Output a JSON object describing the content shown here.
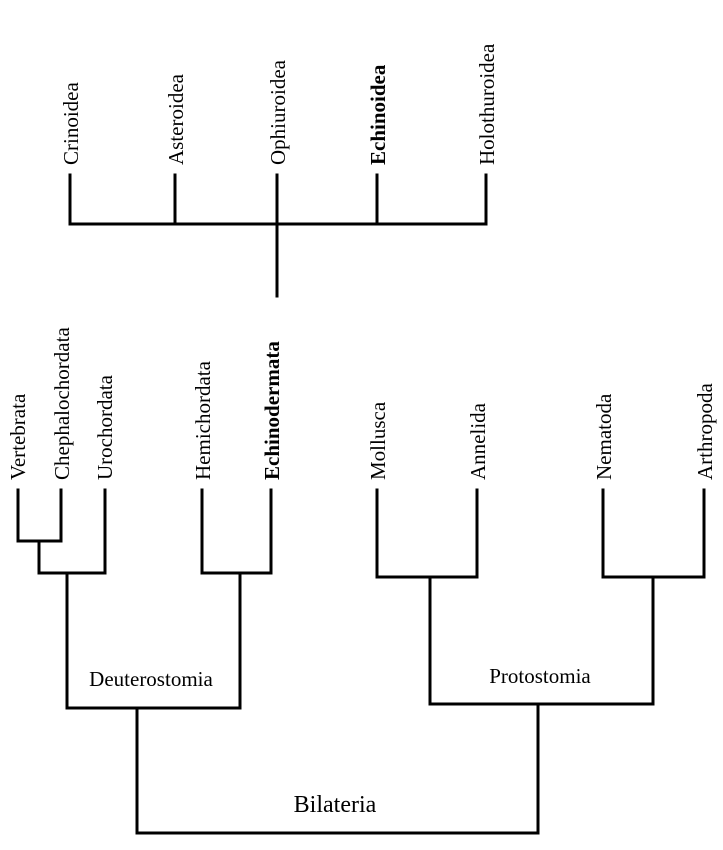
{
  "colors": {
    "line": "#000000",
    "text": "#000000",
    "highlight": "#e31b1b"
  },
  "echinoderm_classes": [
    {
      "name": "Crinoidea",
      "highlight": false
    },
    {
      "name": "Asteroidea",
      "highlight": false
    },
    {
      "name": "Ophiuroidea",
      "highlight": false
    },
    {
      "name": "Echinoidea",
      "highlight": true
    },
    {
      "name": "Holothuroidea",
      "highlight": false
    }
  ],
  "phyla": [
    {
      "name": "Vertebrata",
      "highlight": false
    },
    {
      "name": "Chephalochordata",
      "highlight": false
    },
    {
      "name": "Urochordata",
      "highlight": false
    },
    {
      "name": "Hemichordata",
      "highlight": false
    },
    {
      "name": "Echinodermata",
      "highlight": true
    },
    {
      "name": "Mollusca",
      "highlight": false
    },
    {
      "name": "Annelida",
      "highlight": false
    },
    {
      "name": "Nematoda",
      "highlight": false
    },
    {
      "name": "Arthropoda",
      "highlight": false
    }
  ],
  "clades": {
    "deuterostomia": "Deuterostomia",
    "protostomia": "Protostomia",
    "bilateria": "Bilateria"
  }
}
